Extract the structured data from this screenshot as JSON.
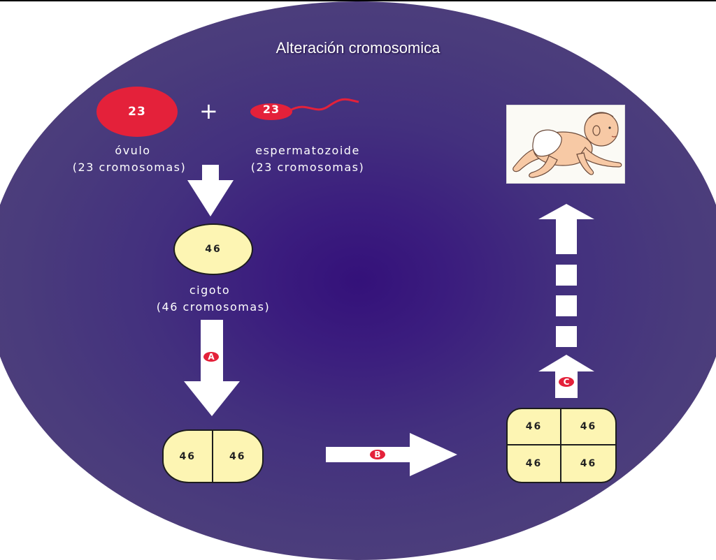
{
  "title": "Alteración cromosomica",
  "ovule": {
    "number": "23",
    "name": "óvulo",
    "count": "(23 cromosomas)"
  },
  "plus": "+",
  "sperm": {
    "number": "23",
    "name": "espermatozoide",
    "count": "(23 cromosomas)"
  },
  "zygote": {
    "number": "46",
    "name": "cigoto",
    "count": "(46 cromosomas)"
  },
  "two_cells": [
    "46",
    "46"
  ],
  "four_cells": [
    "46",
    "46",
    "46",
    "46"
  ],
  "steps": {
    "a": "A",
    "b": "B",
    "c": "C"
  },
  "colors": {
    "red": "#e4213a",
    "cell": "#fdf5b3",
    "background": "#3b1d7e"
  }
}
